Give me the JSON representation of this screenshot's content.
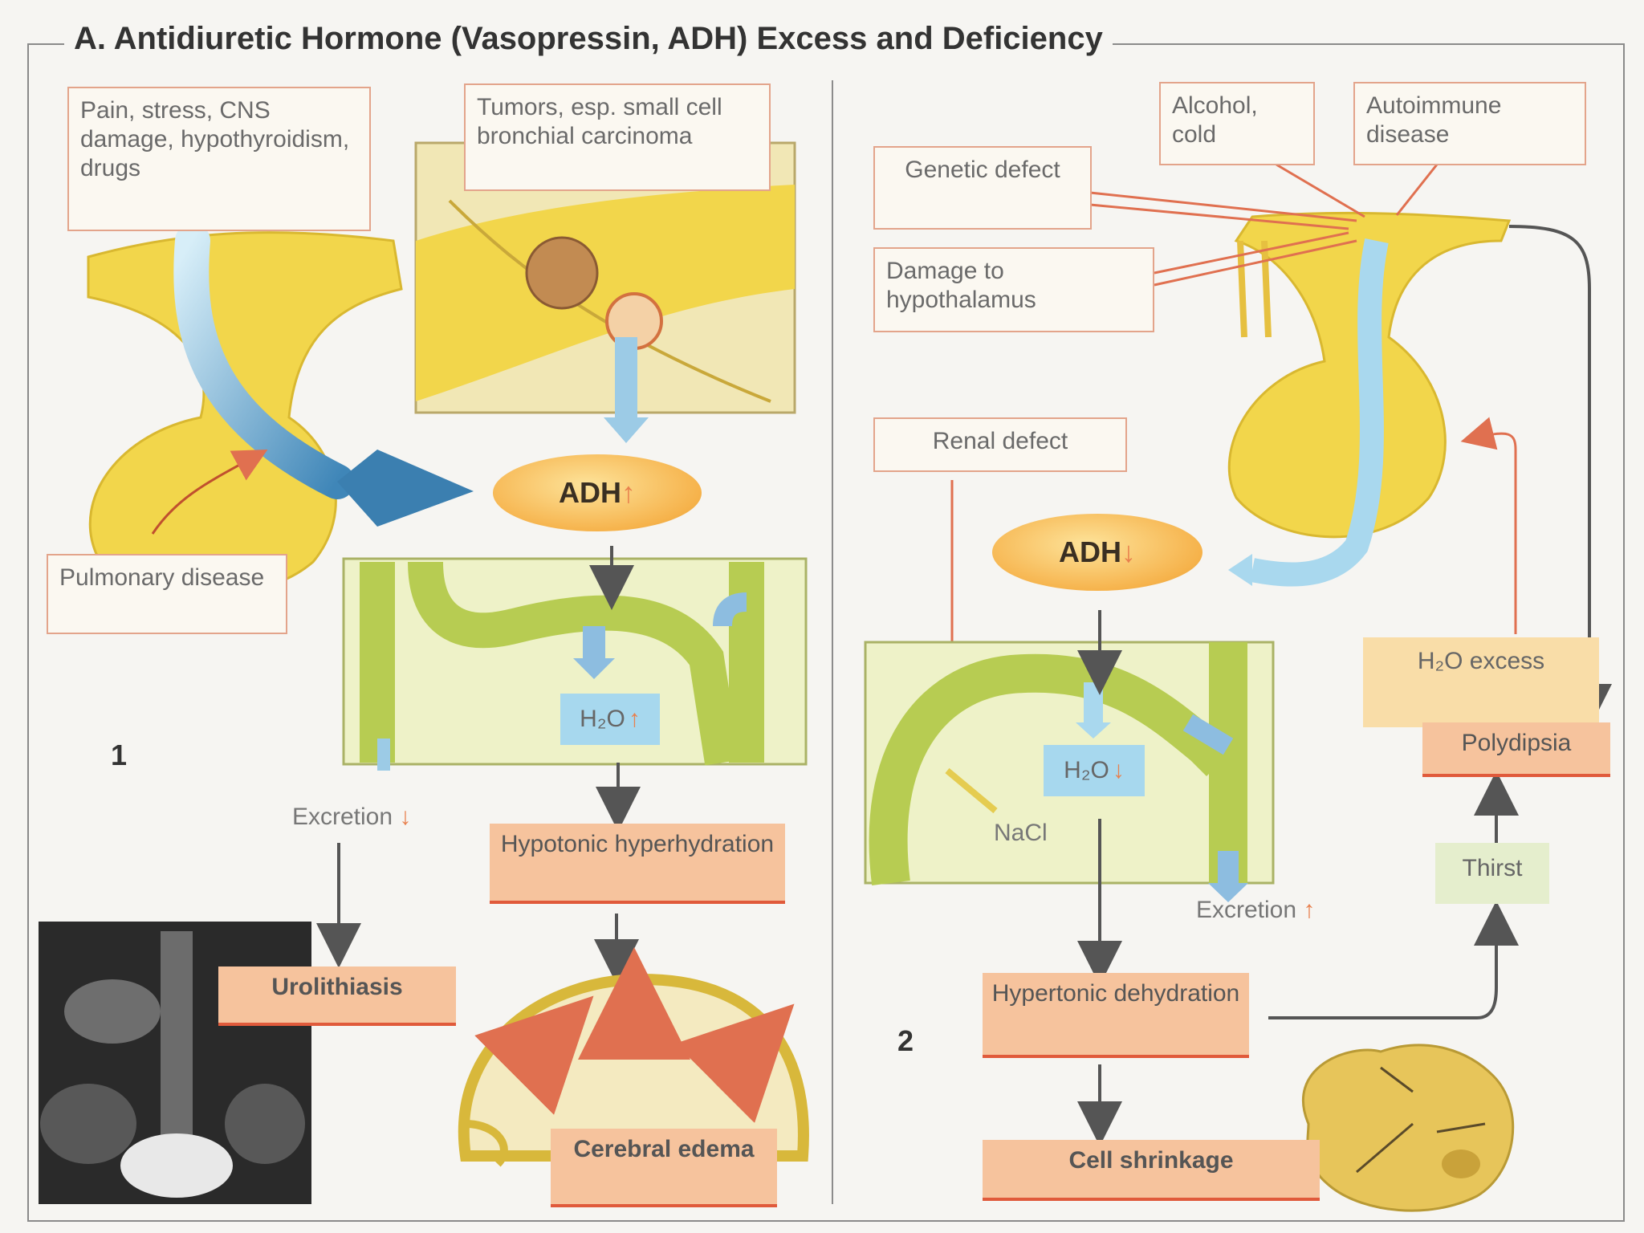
{
  "title": "A. Antidiuretic Hormone (Vasopressin, ADH) Excess and Deficiency",
  "left": {
    "number": "1",
    "cause_stress": "Pain, stress, CNS damage, hypothyroidism, drugs",
    "cause_tumor": "Tumors, esp. small cell bronchial carcinoma",
    "cause_pulmonary": "Pulmonary disease",
    "adh_label": "ADH",
    "h2o_label": "H₂O",
    "excretion_label": "Excretion",
    "hyperhydration": "Hypotonic hyperhydration",
    "urolithiasis": "Urolithiasis",
    "cerebral_edema": "Cerebral edema"
  },
  "right": {
    "number": "2",
    "cause_alcohol": "Alcohol, cold",
    "cause_autoimmune": "Autoimmune disease",
    "cause_genetic": "Genetic defect",
    "cause_hypothalamus": "Damage to hypothalamus",
    "cause_renal": "Renal defect",
    "adh_label": "ADH",
    "h2o_label": "H₂O",
    "nacl_label": "NaCl",
    "excretion_label": "Excretion",
    "h2o_excess": "H₂O excess",
    "polydipsia": "Polydipsia",
    "thirst": "Thirst",
    "dehydration": "Hypertonic dehydration",
    "cell_shrinkage": "Cell shrinkage"
  },
  "arrows": {
    "up": "↑",
    "down": "↓"
  },
  "colors": {
    "gland_yellow": "#f2d64b",
    "salmon_box": "#f6c39d",
    "red_accent": "#e05a3b",
    "water_blue": "#a7d8ee",
    "cause_border": "#e3a48b"
  }
}
